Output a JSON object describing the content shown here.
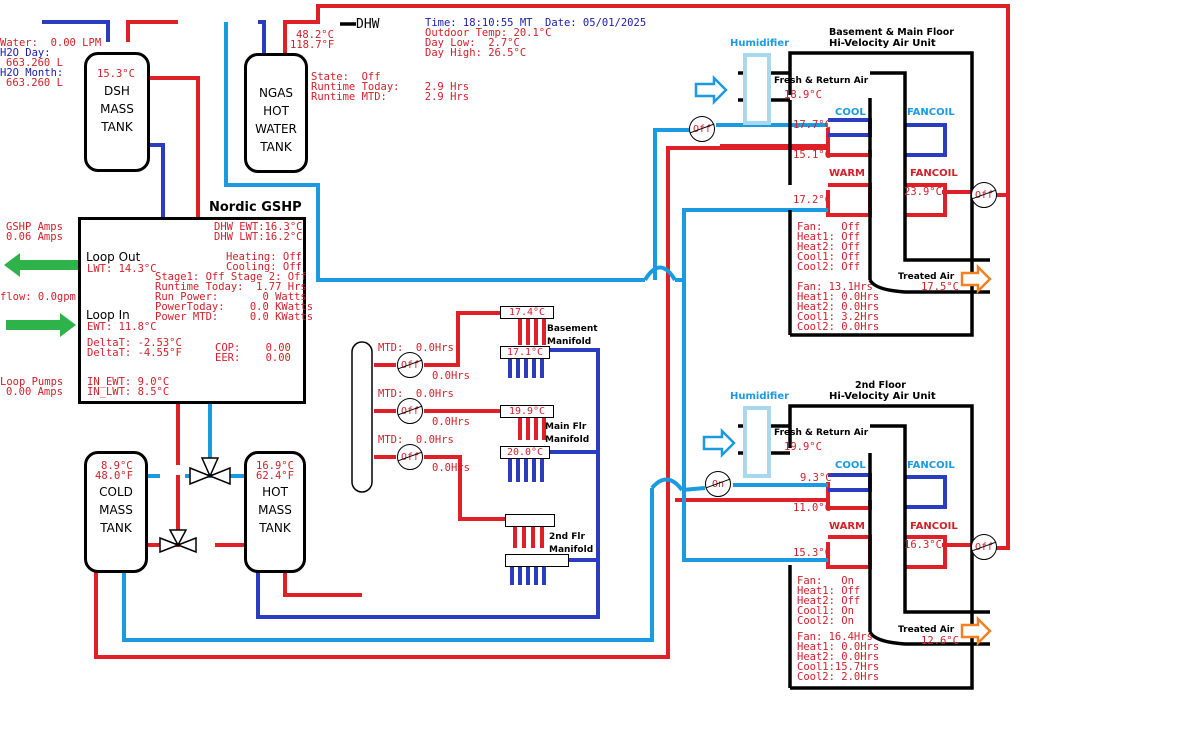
{
  "dhw_label": "DHW",
  "header": {
    "time": "Time: 18:10:55 MT",
    "date": "Date: 05/01/2025",
    "outdoor": "Outdoor Temp: 20.1°C",
    "day_low": "Day Low:  2.7°C",
    "day_high": "Day High: 26.5°C"
  },
  "water": {
    "water": "Water:  0.00 LPM",
    "day_label": "H2O Day:",
    "day_val": "663.260 L",
    "month_label": "H2O Month:",
    "month_val": "663.260 L"
  },
  "dsh_tank": {
    "temp": "15.3°C",
    "label": "DSH\nMASS\nTANK"
  },
  "ngas_tank": {
    "temp1": "48.2°C",
    "temp2": "118.7°F",
    "label": "NGAS\nHOT\nWATER\nTANK"
  },
  "ngas_status": {
    "state": "State:  Off",
    "runtime_today": "Runtime Today:    2.9 Hrs",
    "runtime_mtd": "Runtime MTD:      2.9 Hrs"
  },
  "gshp": {
    "title": "Nordic GSHP",
    "amps_label": "GSHP Amps",
    "amps_val": "0.06 Amps",
    "flow": "flow: 0.0gpm",
    "loop_pumps_label": "Loop Pumps",
    "loop_pumps_val": "0.00 Amps",
    "dhw_ewt": "DHW EWT:16.3°C",
    "dhw_lwt": "DHW LWT:16.2°C",
    "loop_out": "Loop Out",
    "lwt": "LWT: 14.3°C",
    "heating": "Heating: Off",
    "cooling": "Cooling: Off",
    "stage": "Stage1: Off Stage 2: Off",
    "runtime_today": "Runtime Today:  1.77 Hrs",
    "run_power": "Run Power:       0 Watts",
    "power_today": "PowerToday:    0.0 KWatts",
    "power_mtd": "Power MTD:     0.0 KWatts",
    "loop_in": "Loop In",
    "ewt": "EWT: 11.8°C",
    "delta1": "DeltaT: -2.53°C",
    "delta2": "DeltaT: -4.55°F",
    "cop": "COP:    0.00",
    "eer": "EER:    0.00",
    "in_ewt": "IN_EWT: 9.0°C",
    "in_lwt": "IN_LWT: 8.5°C"
  },
  "cold_tank": {
    "temp1": "8.9°C",
    "temp2": "48.0°F",
    "label": "COLD\nMASS\nTANK"
  },
  "hot_tank": {
    "temp1": "16.9°C",
    "temp2": "62.4°F",
    "label": "HOT\nMASS\nTANK"
  },
  "manifolds": {
    "pump_state": "Off",
    "mtd": "MTD:  0.0Hrs",
    "hrs": "0.0Hrs",
    "basement_label": "Basement\nManifold",
    "basement_supply": "17.4°C",
    "basement_return": "17.1°C",
    "main_label": "Main Flr\nManifold",
    "main_supply": "19.9°C",
    "main_return": "20.0°C",
    "second_label": "2nd Flr\nManifold"
  },
  "unit1": {
    "title1": "Basement & Main Floor",
    "title2": "Hi-Velocity Air Unit",
    "humidifier": "Humidifier",
    "fresh": "Fresh & Return Air",
    "fresh_temp": "18.9°C",
    "pump_in": "Off",
    "pump_out": "Off",
    "cool": "COOL",
    "fancoil1": "FANCOIL",
    "fancoil2": "FANCOIL",
    "warm": "WARM",
    "cool_t1": "17.7°C",
    "cool_t2": "15.1°C",
    "warm_t": "17.2°C",
    "fancoil_t": "23.9°C",
    "fan": "Fan:   Off",
    "heat1": "Heat1: Off",
    "heat2": "Heat2: Off",
    "cool1": "Cool1: Off",
    "cool2": "Cool2: Off",
    "treated": "Treated Air",
    "treated_t": "17.5°C",
    "fan_hrs": "Fan: 13.1Hrs",
    "heat1_hrs": "Heat1: 0.0Hrs",
    "heat2_hrs": "Heat2: 0.0Hrs",
    "cool1_hrs": "Cool1: 3.2Hrs",
    "cool2_hrs": "Cool2: 0.0Hrs"
  },
  "unit2": {
    "title1": "2nd Floor",
    "title2": "Hi-Velocity Air Unit",
    "humidifier": "Humidifier",
    "fresh": "Fresh & Return Air",
    "fresh_temp": "19.9°C",
    "pump_in": "On",
    "pump_out": "Off",
    "cool": "COOL",
    "fancoil1": "FANCOIL",
    "fancoil2": "FANCOIL",
    "warm": "WARM",
    "cool_t1": "9.3°C",
    "cool_t2": "11.0°C",
    "warm_t": "15.3°C",
    "fancoil_t": "16.3°C",
    "fan": "Fan:   On",
    "heat1": "Heat1: Off",
    "heat2": "Heat2: Off",
    "cool1": "Cool1: On",
    "cool2": "Cool2: On",
    "treated": "Treated Air",
    "treated_t": "12.6°C",
    "fan_hrs": "Fan: 16.4Hrs",
    "heat1_hrs": "Heat1: 0.0Hrs",
    "heat2_hrs": "Heat2: 0.0Hrs",
    "cool1_hrs": "Cool1:15.7Hrs",
    "cool2_hrs": "Cool2: 2.0Hrs"
  },
  "colors": {
    "hot": "#e02028",
    "cold": "#1a9ae0",
    "return": "#2a3cc0",
    "black": "#000000",
    "green": "#2db34a",
    "humid": "#a8d8ee",
    "arrow_orange": "#f08020"
  }
}
